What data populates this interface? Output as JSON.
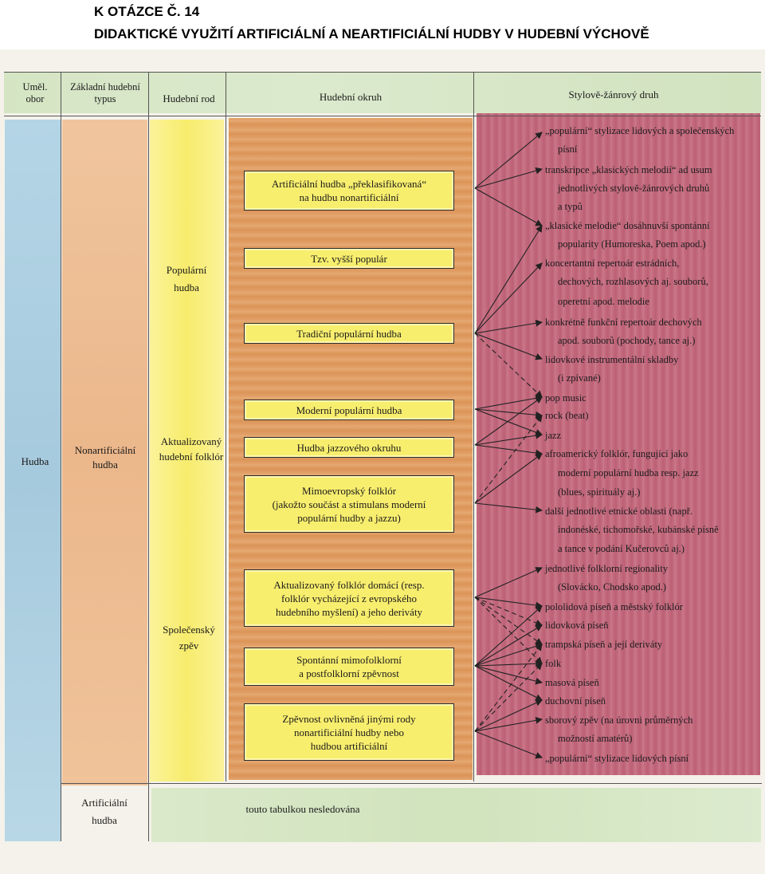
{
  "header": {
    "line1": "K OTÁZCE Č. 14",
    "line2": "DIDAKTICKÉ VYUŽITÍ ARTIFICIÁLNÍ A NEARTIFICIÁLNÍ HUDBY V HUDEBNÍ VÝCHOVĚ"
  },
  "columns": {
    "c1": "Uměl. obor",
    "c2": "Základní hudební typus",
    "c3": "Hudební rod",
    "c4": "Hudební okruh",
    "c5": "Stylově-žánrový druh"
  },
  "art_field": "Hudba",
  "types": {
    "nonart": "Nonartificiální hudba",
    "art": "Artificiální hudba",
    "art_note": "touto tabulkou nesledována"
  },
  "genres": {
    "popular": "Populární hudba",
    "folklore": "Aktualizovaný hudební folklór",
    "social": "Společenský zpěv"
  },
  "circles": [
    {
      "lines": [
        "Artificiální hudba „překlasifikovaná“",
        "na hudbu   nonartificiální"
      ]
    },
    {
      "lines": [
        "Tzv. vyšší populár"
      ]
    },
    {
      "lines": [
        "Tradiční populární hudba"
      ]
    },
    {
      "lines": [
        "Moderní populární hudba"
      ]
    },
    {
      "lines": [
        "Hudba jazzového okruhu"
      ]
    },
    {
      "lines": [
        "Mimoevropský folklór",
        "(jakožto součást a stimulans moderní",
        "populární hudby a jazzu)"
      ]
    },
    {
      "lines": [
        "Aktualizovaný folklór domácí (resp.",
        "folklór vycházející z evropského",
        "hudebního myšlení) a jeho deriváty"
      ]
    },
    {
      "lines": [
        "Spontánní mimofolklorní",
        "a postfolklorní zpěvnost"
      ]
    },
    {
      "lines": [
        "Zpěvnost ovlivněná jinými rody",
        "nonartificiální hudby nebo",
        "hudbou artificiální"
      ]
    }
  ],
  "styles": [
    "„populární“ stylizace lidových a společenských",
    "písní",
    "transkripce „klasických melodií“ ad usum",
    "jednotlivých stylově-žánrových druhů",
    "a typů",
    "„klasické melodie“ dosáhnuvší spontánní",
    "popularity (Humoreska, Poem apod.)",
    "koncertantní repertoár estrádních,",
    "dechových, rozhlasových aj. souborů,",
    "operetní apod. melodie",
    "konkrétně funkční repertoár dechových",
    "apod. souborů (pochody, tance aj.)",
    "lidovkové instrumentální skladby",
    "(i zpívané)",
    "pop music",
    "rock (beat)",
    "jazz",
    "afroamerický folklór, fungující jako",
    "moderní populární hudba resp. jazz",
    "(blues, spirituály aj.)",
    "další jednotlivé etnické oblasti (např.",
    "indonéské, tichomořské, kubánské písně",
    "a tance v podání Kučerovců aj.)",
    "jednotlivé folklorní regionality",
    "(Slovácko, Chodsko apod.)",
    "pololidová píseň a městský folklór",
    "lidovková píseň",
    "trampská píseň a její deriváty",
    "folk",
    "masová píseň",
    "duchovní píseň",
    "sborový zpěv (na úrovni průměrných",
    "možností amatérů)",
    "„populární“ stylizace lidových písní"
  ],
  "colors": {
    "blue": "#a9cde0",
    "orange": "#eebd93",
    "yellow": "#f9ef7a",
    "brown": "#e09a5e",
    "red": "#c2697c",
    "green": "#cfe3bd"
  }
}
